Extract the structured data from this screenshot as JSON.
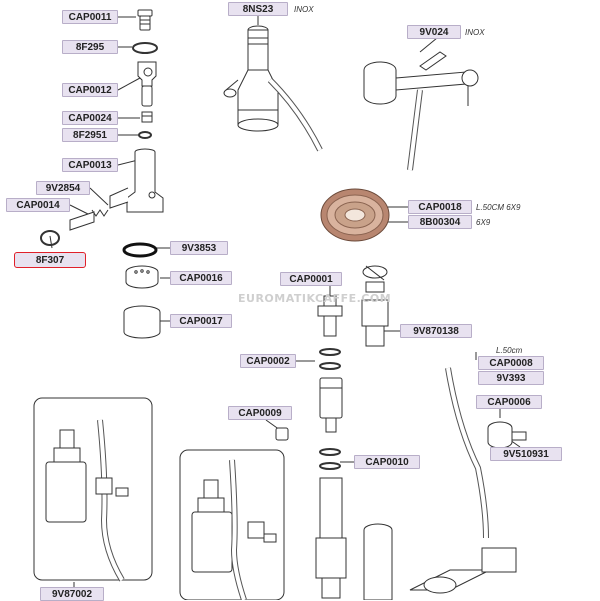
{
  "labels": {
    "cap0011": "CAP0011",
    "f8f295": "8F295",
    "cap0012": "CAP0012",
    "cap0024": "CAP0024",
    "f8f2951": "8F2951",
    "cap0013": "CAP0013",
    "v9v2854": "9V2854",
    "cap0014": "CAP0014",
    "f8f307": "8F307",
    "v9v3853": "9V3853",
    "cap0016": "CAP0016",
    "cap0017": "CAP0017",
    "n8ns23": "8NS23",
    "v9v024": "9V024",
    "cap0018": "CAP0018",
    "b8b00304": "8B00304",
    "cap0001": "CAP0001",
    "v9v870138": "9V870138",
    "cap0002": "CAP0002",
    "cap0008": "CAP0008",
    "v9v393": "9V393",
    "cap0006": "CAP0006",
    "v9v510931": "9V510931",
    "cap0009": "CAP0009",
    "cap0010": "CAP0010",
    "v9v87002": "9V87002"
  },
  "notes": {
    "inox1": "INOX",
    "inox2": "INOX",
    "len_cap0018": "L.50CM 6X9",
    "size_8b00304": "6X9",
    "len_cap0008": "L.50cm"
  },
  "watermark": "EUROMATIKCAFFE.COM",
  "colors": {
    "label_fill": "#e8e2f0",
    "label_border": "#b8aec8",
    "highlight": "#e0202a",
    "hose": "#c9a28a"
  }
}
